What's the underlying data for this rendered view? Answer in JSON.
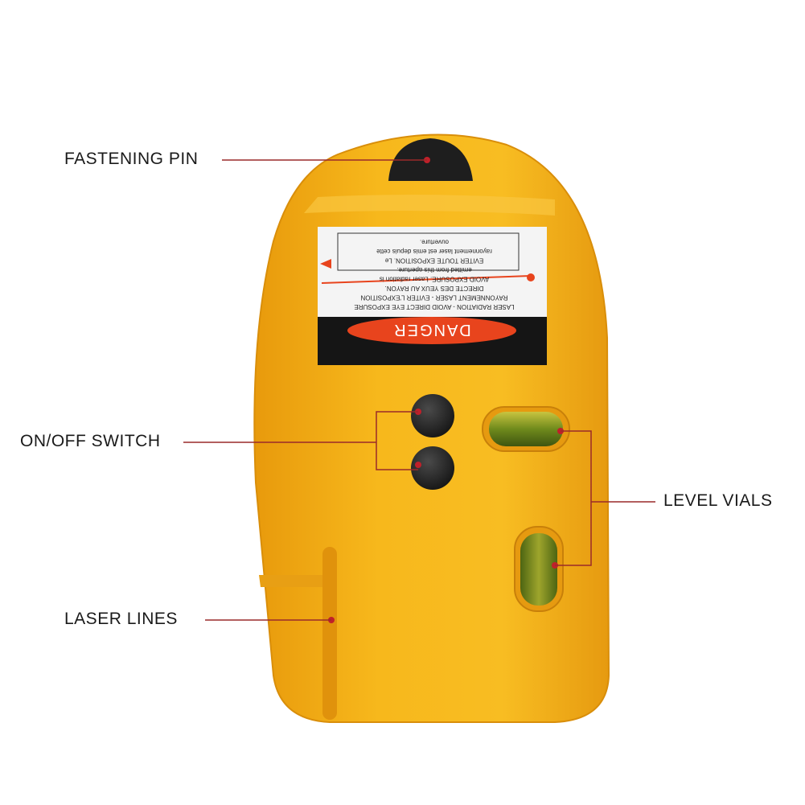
{
  "callouts": {
    "fastening_pin": "FASTENING PIN",
    "on_off_switch": "ON/OFF SWITCH",
    "level_vials": "LEVEL VIALS",
    "laser_lines": "LASER LINES"
  },
  "warning_label": {
    "danger": "DANGER",
    "lines": [
      "LASER RADIATION - AVOID DIRECT EYE EXPOSURE",
      "RAYONNEMENT LASER - EVITER L'EXPOSITION",
      "DIRECTE DES YEUX AU RAYON.",
      "AVOID EXPOSURE. Laser radiation is",
      "emitted from this aperture.",
      "EVITER TOUTE EXPOSITION. Le",
      "rayonnement laser est emis depuis cette",
      "ouverture."
    ]
  },
  "colors": {
    "body": "#f5b419",
    "accent_line": "#9a2a2a",
    "danger": "#e8441d"
  }
}
